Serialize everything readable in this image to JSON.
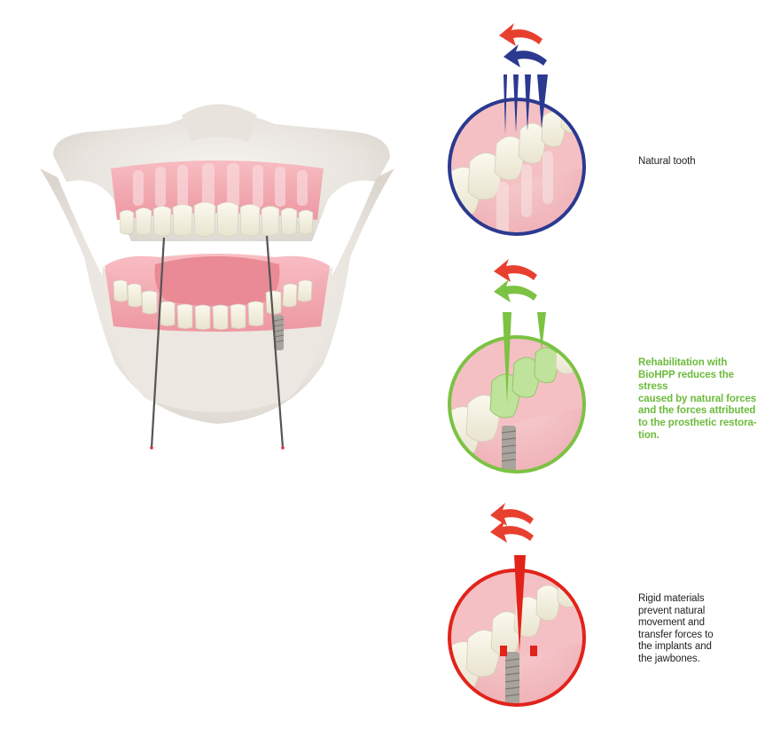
{
  "diagram": {
    "captions": {
      "natural_tooth": "Natural tooth",
      "biohpp": "Rehabilitation with\nBioHPP reduces the stress\ncaused by natural forces\nand the forces attributed\nto the prosthetic restora-\ntion.",
      "rigid": "Rigid materials\nprevent natural\nmovement and\ntransfer forces to\nthe implants and\nthe jawbones."
    },
    "colors": {
      "natural": "#2b3990",
      "biohpp": "#7cc243",
      "rigid": "#e2231a",
      "gum": "#f2a9b1",
      "tooth": "#f4f1e2"
    }
  }
}
